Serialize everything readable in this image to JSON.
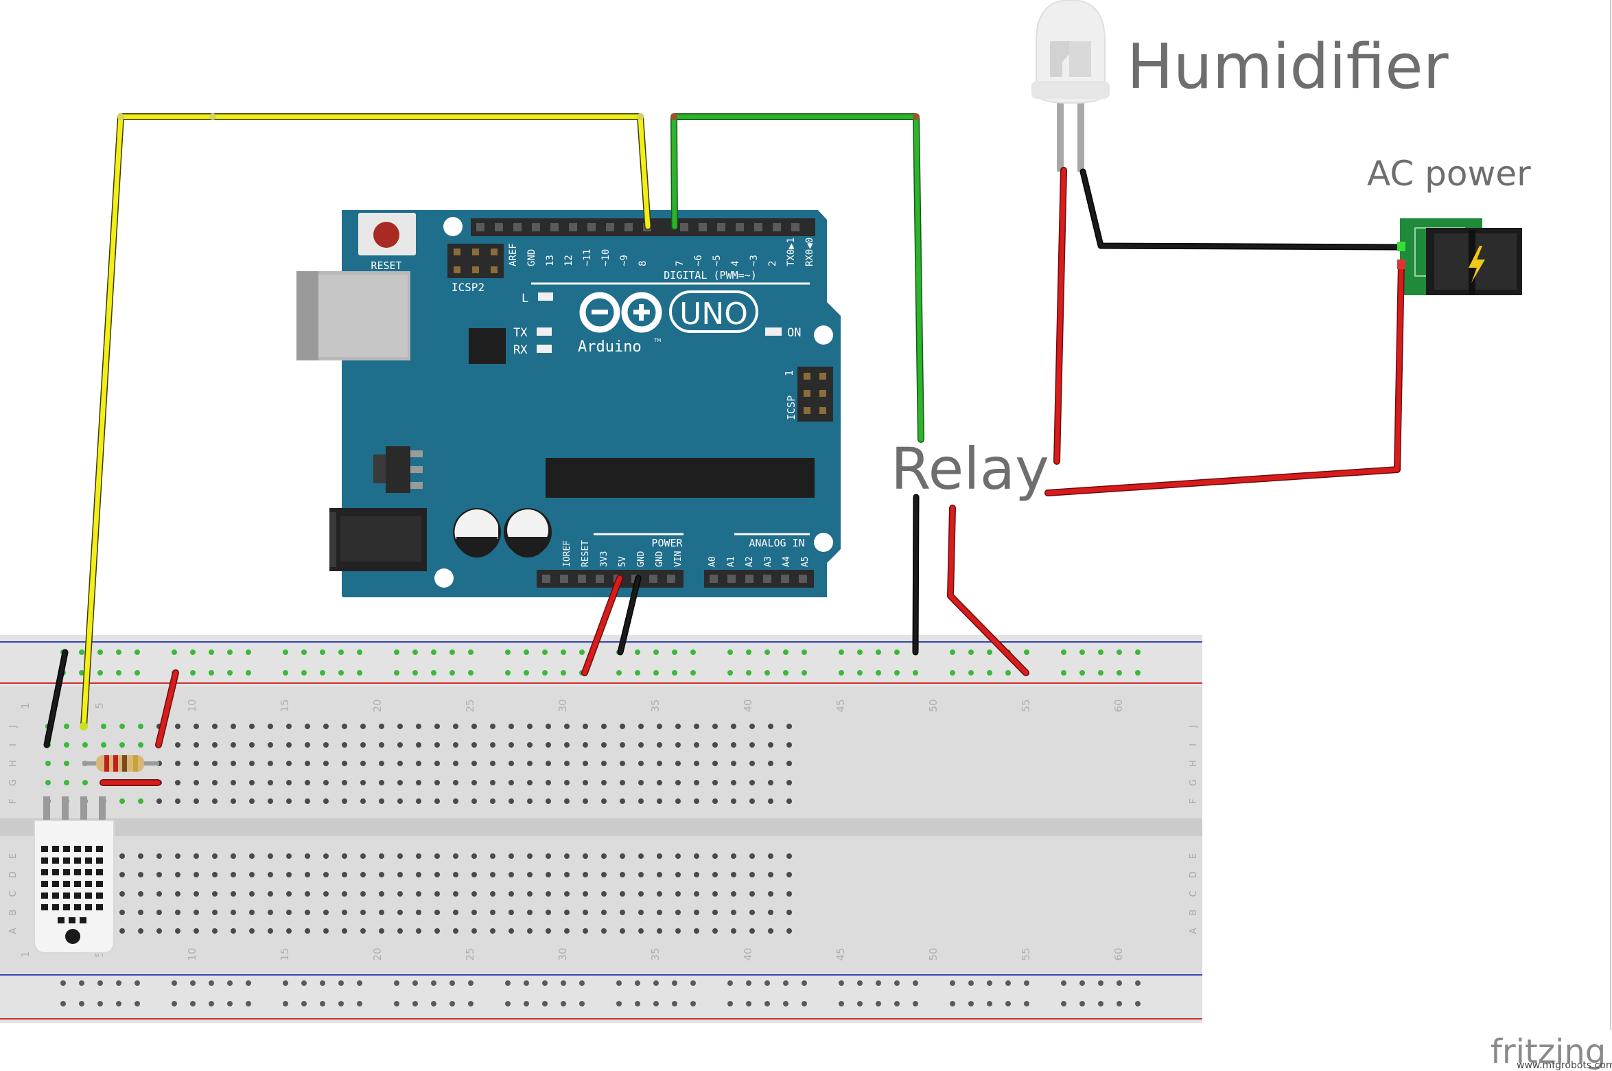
{
  "labels": {
    "humidifier": "Humidifier",
    "ac_power": "AC power",
    "relay": "Relay",
    "fritzing": "fritzing",
    "watermark": "www.mfgrobots.com"
  },
  "arduino": {
    "reset": "RESET",
    "icsp2": "ICSP2",
    "icsp": "ICSP",
    "uno": "UNO",
    "brand": "Arduino",
    "tm": "TM",
    "l": "L",
    "tx": "TX",
    "rx": "RX",
    "on": "ON",
    "digital": "DIGITAL (PWM=~)",
    "power": "POWER",
    "analog_in": "ANALOG IN",
    "pin1": "1",
    "digital_pins": [
      "AREF",
      "GND",
      "13",
      "12",
      "~11",
      "~10",
      "~9",
      "8",
      "7",
      "~6",
      "~5",
      "4",
      "~3",
      "2",
      "TX0▶1",
      "RX0◀0"
    ],
    "power_pins": [
      "IOREF",
      "RESET",
      "3V3",
      "5V",
      "GND",
      "GND",
      "VIN"
    ],
    "analog_pins": [
      "A0",
      "A1",
      "A2",
      "A3",
      "A4",
      "A5"
    ]
  },
  "breadboard": {
    "row_letters_top": [
      "J",
      "I",
      "H",
      "G",
      "F"
    ],
    "row_letters_bottom": [
      "E",
      "D",
      "C",
      "B",
      "A"
    ],
    "col_numbers": [
      "1",
      "5",
      "10",
      "15",
      "20",
      "25",
      "30",
      "35",
      "40",
      "45",
      "50",
      "55",
      "60"
    ]
  },
  "colors": {
    "board": "#1f6e8c",
    "yellow_wire": "#f2ee1a",
    "green_wire": "#2db32d",
    "red_wire": "#d81c1c",
    "black_wire": "#1a1a1a",
    "breadboard": "#dcdcdc",
    "rail_red": "#d03030",
    "rail_blue": "#3545b0",
    "label_gray": "#6e6e6e"
  },
  "icons": [
    "led-icon",
    "dc-jack-icon",
    "lightning-icon",
    "dht-sensor-icon",
    "resistor-icon",
    "capacitor-icon",
    "usb-port-icon",
    "arduino-logo-icon"
  ]
}
